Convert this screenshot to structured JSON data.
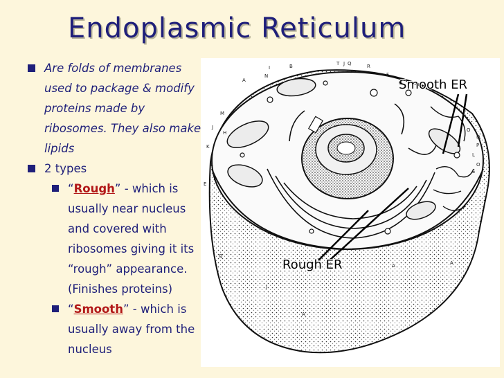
{
  "slide": {
    "title": "Endoplasmic Reticulum"
  },
  "bullets": {
    "intro": "Are folds of membranes used to package & modify proteins made by ribosomes.  They also make lipids",
    "types": "2 types",
    "rough": {
      "open": "“",
      "keyword": "Rough",
      "rest": "” - which is usually near nucleus and covered with ribosomes giving it its “rough” appearance. (Finishes proteins)"
    },
    "smooth": {
      "open": "“",
      "keyword": "Smooth",
      "rest": "” - which is usually away from the nucleus"
    }
  },
  "figure": {
    "smooth_label": "Smooth ER",
    "rough_label": "Rough ER",
    "letters": [
      "N",
      "A",
      "B",
      "I",
      "T",
      "J",
      "Q",
      "R",
      "F",
      "G",
      "M",
      "H",
      "J",
      "K",
      "L",
      "O",
      "D",
      "P",
      "L",
      "O",
      "E",
      "E",
      "A",
      "A",
      "A",
      "J",
      "Q"
    ]
  }
}
